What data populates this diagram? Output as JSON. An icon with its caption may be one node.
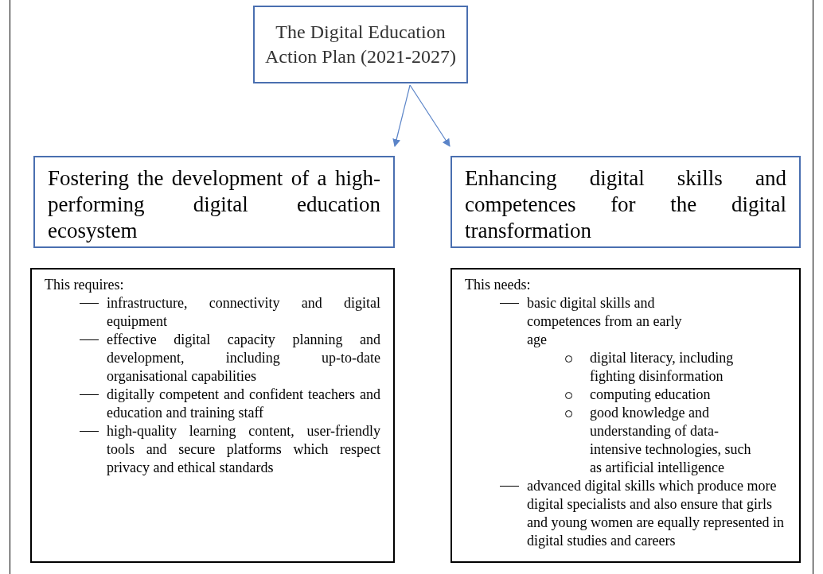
{
  "diagram": {
    "nodes": [
      {
        "text": [
          "The Digital Education Action Plan (2021-2027)"
        ]
      },
      {
        "text": [
          "Fostering the development of a high-performing digital education ecosystem"
        ]
      },
      {
        "text": [
          "Enhancing digital skills and competences for the digital transformation"
        ]
      },
      {
        "text": [
          "This requires:",
          "infrastructure, connectivity and digital equipment",
          "effective digital capacity planning and development, including up-to-date organisational capabilities",
          "digitally competent and confident teachers and education and training staff",
          "high-quality learning content, user-friendly tools and secure platforms which respect privacy and ethical standards"
        ]
      },
      {
        "text": [
          "This needs:",
          "basic digital skills and competences from an early age",
          "digital literacy, including fighting disinformation",
          "computing education",
          "good knowledge and understanding of data-intensive technologies, such as artificial intelligence",
          "advanced digital skills which produce more digital specialists and also ensure that girls and young women are equally represented in digital studies and careers"
        ]
      }
    ],
    "edges": [
      {
        "from": 0,
        "to": 1,
        "arrow": "to",
        "color": "#5b84c8"
      },
      {
        "from": 0,
        "to": 2,
        "arrow": "to",
        "color": "#5b84c8"
      }
    ]
  }
}
